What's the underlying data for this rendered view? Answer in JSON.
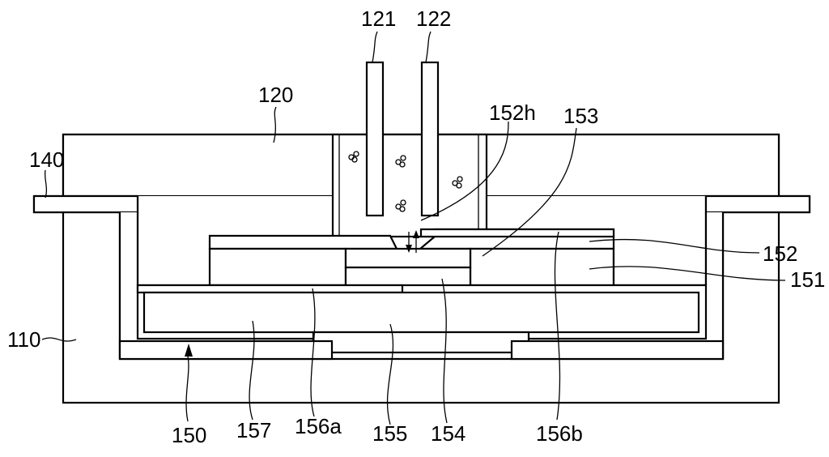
{
  "labels": {
    "l121": "121",
    "l122": "122",
    "l120": "120",
    "l152h": "152h",
    "l153": "153",
    "l140": "140",
    "l152": "152",
    "l151": "151",
    "l110": "110",
    "l150": "150",
    "l157": "157",
    "l156a": "156a",
    "l155": "155",
    "l154": "154",
    "l156b": "156b"
  },
  "colors": {
    "line": "#000000",
    "background": "#ffffff"
  }
}
